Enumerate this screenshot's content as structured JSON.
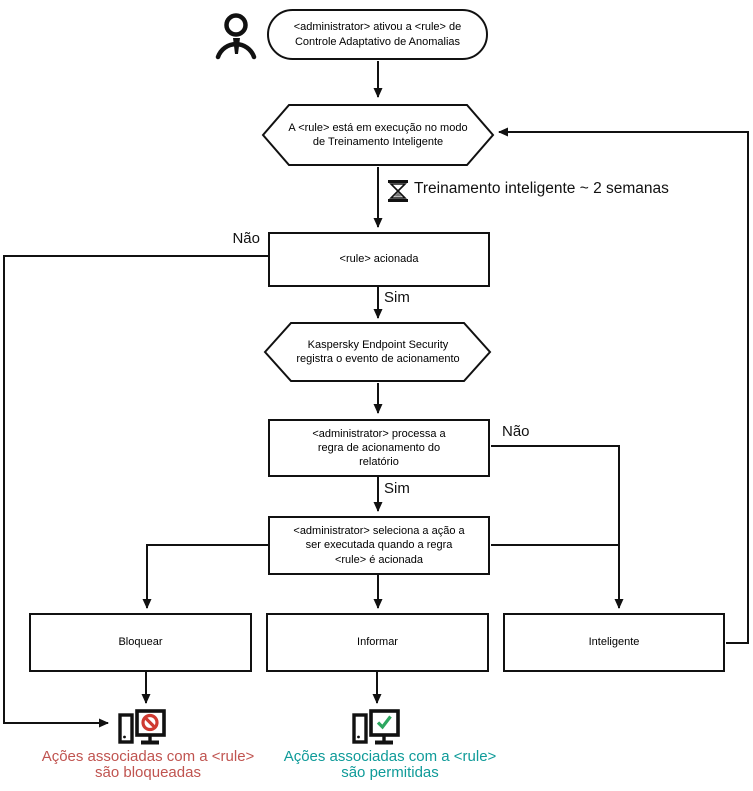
{
  "diagram": {
    "title_hint": "Adaptive Anomaly Control rule flowchart (Kaspersky Endpoint Security, Portuguese)",
    "nodes": {
      "start": {
        "shape": "stadium",
        "text": "<administrator> ativou a <rule> de Controle Adaptativo de Anomalias"
      },
      "training_mode": {
        "shape": "hexagon",
        "text": "A <rule> está em execução no modo de Treinamento Inteligente"
      },
      "rule_triggered": {
        "shape": "rect",
        "text": "<rule> acionada"
      },
      "registers_event": {
        "shape": "hexagon",
        "text": "Kaspersky Endpoint Security registra o evento de acionamento"
      },
      "processes_rule": {
        "shape": "rect",
        "text": "<administrator> processa a regra de acionamento do relatório"
      },
      "selects_action": {
        "shape": "rect",
        "text": "<administrator> seleciona a ação a ser executada quando a regra <rule> é acionada"
      },
      "action_block": {
        "shape": "rect",
        "text": "Bloquear"
      },
      "action_inform": {
        "shape": "rect",
        "text": "Informar"
      },
      "action_smart": {
        "shape": "rect",
        "text": "Inteligente"
      }
    },
    "edge_labels": {
      "no_left": "Não",
      "yes_top": "Sim",
      "no_right": "Não",
      "yes_bottom": "Sim"
    },
    "annotation": {
      "icon": "hourglass-icon",
      "text": "Treinamento inteligente ~ 2 semanas"
    },
    "outcomes": {
      "blocked": {
        "line1": "Ações associadas com a <rule>",
        "line2": "são bloqueadas",
        "color": "#c05450",
        "icon": "computer-blocked-icon"
      },
      "allowed": {
        "line1": "Ações associadas com a <rule>",
        "line2": "são permitidas",
        "color": "#0f9b99",
        "icon": "computer-allowed-icon"
      }
    },
    "icons": {
      "actor": "person-icon",
      "prohibition_color": "#cf3a31",
      "check_color": "#2ca75f"
    },
    "colors": {
      "line": "#111111",
      "node_border": "#111111",
      "node_fill": "#ffffff",
      "background": "#ffffff"
    }
  }
}
